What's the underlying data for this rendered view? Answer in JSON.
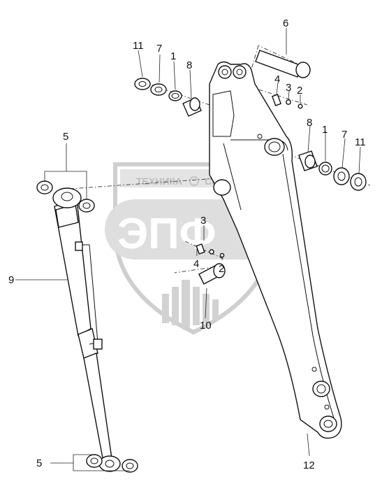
{
  "watermark": {
    "top_text": "ТЕХНИКА",
    "top_text_2": "СПЕЦ",
    "main_text": "ЭПФ"
  },
  "callouts": [
    {
      "id": "c11a",
      "text": "11"
    },
    {
      "id": "c7a",
      "text": "7"
    },
    {
      "id": "c1a",
      "text": "1"
    },
    {
      "id": "c8a",
      "text": "8"
    },
    {
      "id": "c6",
      "text": "6"
    },
    {
      "id": "c4a",
      "text": "4"
    },
    {
      "id": "c3a",
      "text": "3"
    },
    {
      "id": "c2a",
      "text": "2"
    },
    {
      "id": "c8b",
      "text": "8"
    },
    {
      "id": "c1b",
      "text": "1"
    },
    {
      "id": "c7b",
      "text": "7"
    },
    {
      "id": "c11b",
      "text": "11"
    },
    {
      "id": "c5a",
      "text": "5"
    },
    {
      "id": "c9",
      "text": "9"
    },
    {
      "id": "c3b",
      "text": "3"
    },
    {
      "id": "c4b",
      "text": "4"
    },
    {
      "id": "c2b",
      "text": "2"
    },
    {
      "id": "c10",
      "text": "10"
    },
    {
      "id": "c5b",
      "text": "5"
    },
    {
      "id": "c12",
      "text": "12"
    }
  ]
}
